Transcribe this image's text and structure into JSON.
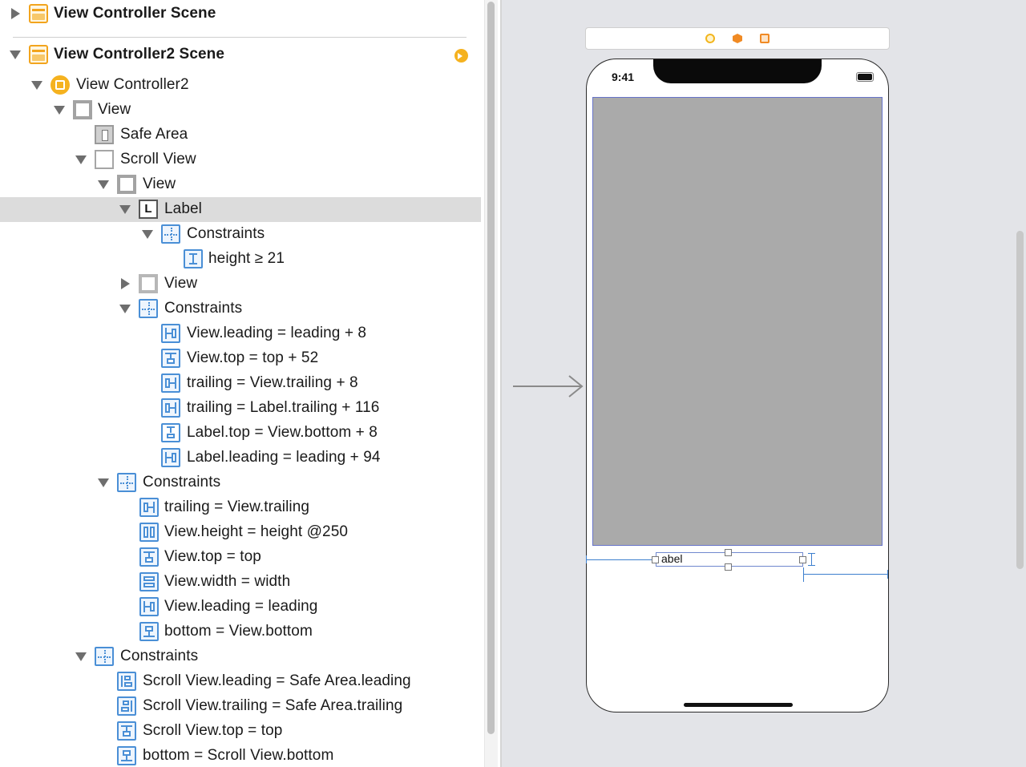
{
  "outline": {
    "rows": [
      {
        "label": "View Controller Scene",
        "bold": true
      },
      {
        "label": "View Controller2 Scene",
        "bold": true
      },
      {
        "label": "View Controller2"
      },
      {
        "label": "View"
      },
      {
        "label": "Safe Area"
      },
      {
        "label": "Scroll View"
      },
      {
        "label": "View"
      },
      {
        "label": "Label"
      },
      {
        "label": "Constraints"
      },
      {
        "label": "height ≥ 21"
      },
      {
        "label": "View"
      },
      {
        "label": "Constraints"
      },
      {
        "label": "View.leading = leading + 8"
      },
      {
        "label": "View.top = top + 52"
      },
      {
        "label": "trailing = View.trailing + 8"
      },
      {
        "label": "trailing = Label.trailing + 116"
      },
      {
        "label": "Label.top = View.bottom + 8"
      },
      {
        "label": "Label.leading = leading + 94"
      },
      {
        "label": "Constraints"
      },
      {
        "label": "trailing = View.trailing"
      },
      {
        "label": "View.height = height @250"
      },
      {
        "label": "View.top = top"
      },
      {
        "label": "View.width = width"
      },
      {
        "label": "View.leading = leading"
      },
      {
        "label": "bottom = View.bottom"
      },
      {
        "label": "Constraints"
      },
      {
        "label": "Scroll View.leading = Safe Area.leading"
      },
      {
        "label": "Scroll View.trailing = Safe Area.trailing"
      },
      {
        "label": "Scroll View.top = top"
      },
      {
        "label": "bottom = Scroll View.bottom"
      }
    ]
  },
  "canvas": {
    "status_time": "9:41",
    "label_text": "Label",
    "label_visible_text": "abel"
  },
  "colors": {
    "accent_blue": "#3d7fce",
    "scene_orange": "#f2a41d",
    "selection_gray": "#dcdcdc"
  }
}
